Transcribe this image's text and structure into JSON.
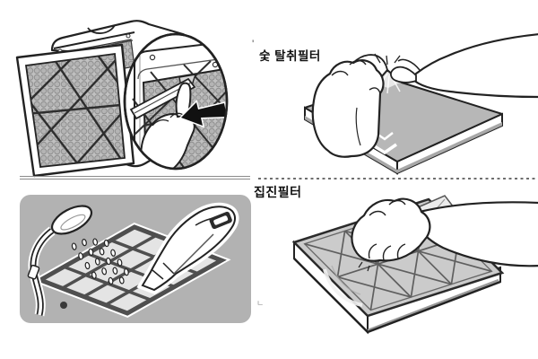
{
  "page": {
    "background": "#ffffff",
    "kind": "appliance-manual-filter-maintenance-figure"
  },
  "labels": {
    "deodorizing_filter": "숯 탈취필터",
    "dust_filter": "집진필터"
  },
  "artifacts": {
    "quote_tick": "'",
    "corner_mark": "ㄴ"
  },
  "colors": {
    "line": "#222222",
    "film_gray": "#b7b7b7",
    "panel_gray": "#b2b2b2",
    "filter_light_gray": "#cbcbcb",
    "divider_gray": "#8b8b8b",
    "honeycomb_gray": "#b4b4b4"
  },
  "illustrations": {
    "top_left": "air-purifier-grille-removal-with-magnified-tab-press",
    "top_right": "hands-peeling-protective-film-off-deodorizing-filter",
    "bottom_left": "filter-washed-with-shower-and-cleaned-with-vacuum",
    "bottom_right": "hand-peeling-protective-film-off-dust-filter"
  }
}
